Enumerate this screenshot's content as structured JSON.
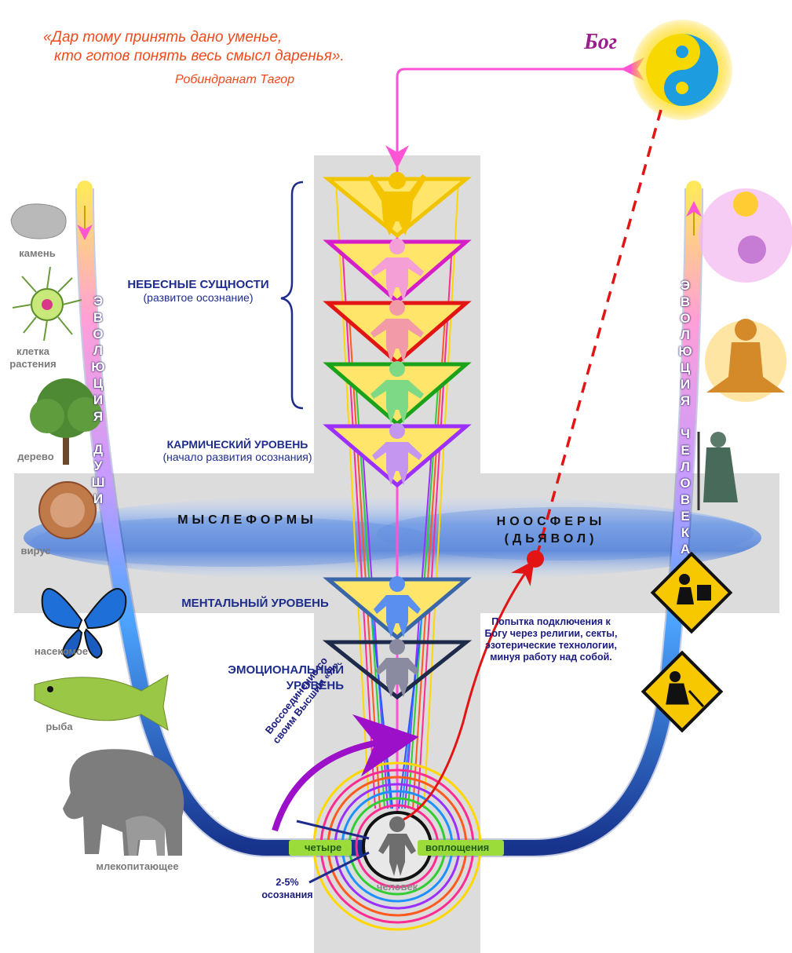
{
  "quote": {
    "line1": "«Дар тому принять дано уменье,",
    "line2": "кто готов понять весь смысл даренья».",
    "author": "Робиндранат Тагор"
  },
  "god_label": "Бог",
  "levels": {
    "heavenly_title": "НЕБЕСНЫЕ СУЩНОСТИ",
    "heavenly_sub": "(развитое осознание)",
    "karmic_title": "КАРМИЧЕСКИЙ УРОВЕНЬ",
    "karmic_sub": "(начало развития осознания)",
    "mental": "МЕНТАЛЬНЫЙ УРОВЕНЬ",
    "emotional_1": "ЭМОЦИОНАЛЬНЫЙ",
    "emotional_2": "УРОВЕНЬ"
  },
  "band": {
    "left": "МЫСЛЕФОРМЫ",
    "right_1": "НООСФЕРЫ",
    "right_2": "(ДЬЯВОЛ)"
  },
  "evolution_soul": [
    "Э",
    "В",
    "О",
    "Л",
    "Ю",
    "Ц",
    "И",
    "Я",
    "",
    "Д",
    "У",
    "Ш",
    "И"
  ],
  "evolution_human": [
    "Э",
    "В",
    "О",
    "Л",
    "Ю",
    "Ц",
    "И",
    "Я",
    "",
    "Ч",
    "Е",
    "Л",
    "О",
    "В",
    "Е",
    "К",
    "А"
  ],
  "left_stages": [
    "камень",
    "клетка растения",
    "дерево",
    "вирус",
    "насекомое",
    "рыба",
    "млекопитающее"
  ],
  "attempt_text": "Попытка подключения к Богу через религии, секты, эзотерические технологии, минуя работу над собой.",
  "reunion_1": "Воссоединение со",
  "reunion_2": "своим Высшим «Я»",
  "awareness_1": "2-5%",
  "awareness_2": "осознания",
  "pill_left": "четыре",
  "pill_right": "воплощения",
  "human_label": "человек",
  "colors": {
    "quote": "#ef4a1c",
    "god": "#9b1e8e",
    "labels": "#1e2c8c",
    "gray_band": "#dcdcdc",
    "arrow_pink": "#ff55d4",
    "red": "#e21414"
  },
  "rings": [
    "#ffd700",
    "#ff2d92",
    "#ff5a1f",
    "#9b30ff",
    "#1e90ff",
    "#32cd32",
    "#ff2d92",
    "#3b4bff"
  ]
}
